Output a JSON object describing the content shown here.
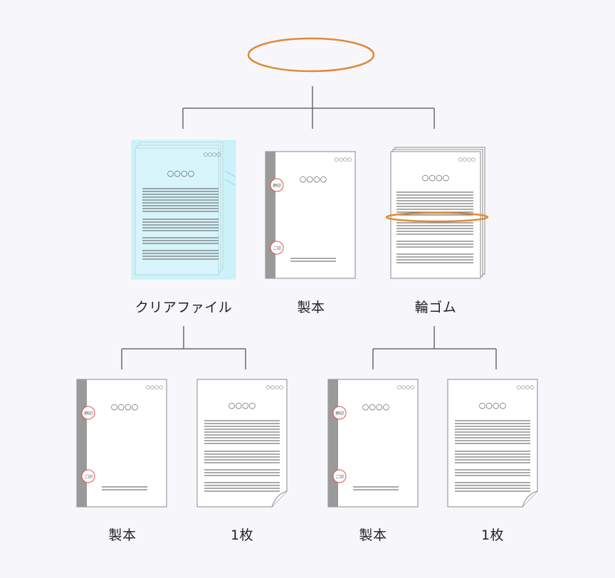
{
  "root": {
    "label": ""
  },
  "level1": {
    "clear_file": {
      "label": "クリアファイル"
    },
    "bound": {
      "label": "製本"
    },
    "rubber_band": {
      "label": "輪ゴム"
    }
  },
  "level2": {
    "clear_file_bound": {
      "label": "製本"
    },
    "clear_file_single": {
      "label": "1枚"
    },
    "rubber_bound": {
      "label": "製本"
    },
    "rubber_single": {
      "label": "1枚"
    }
  },
  "document": {
    "title_mark": "○○○○",
    "corner_mark": "○○○○",
    "stamp_top": "押印",
    "stamp_bottom": "ご印"
  },
  "colors": {
    "root_outline": "#e08a36",
    "rubber_band": "#e08a36",
    "connector": "#6b6b6b",
    "clear_file_fill": "#d4f4fa",
    "binding_spine": "#9a9a9a",
    "stamp": "#d9534f"
  }
}
